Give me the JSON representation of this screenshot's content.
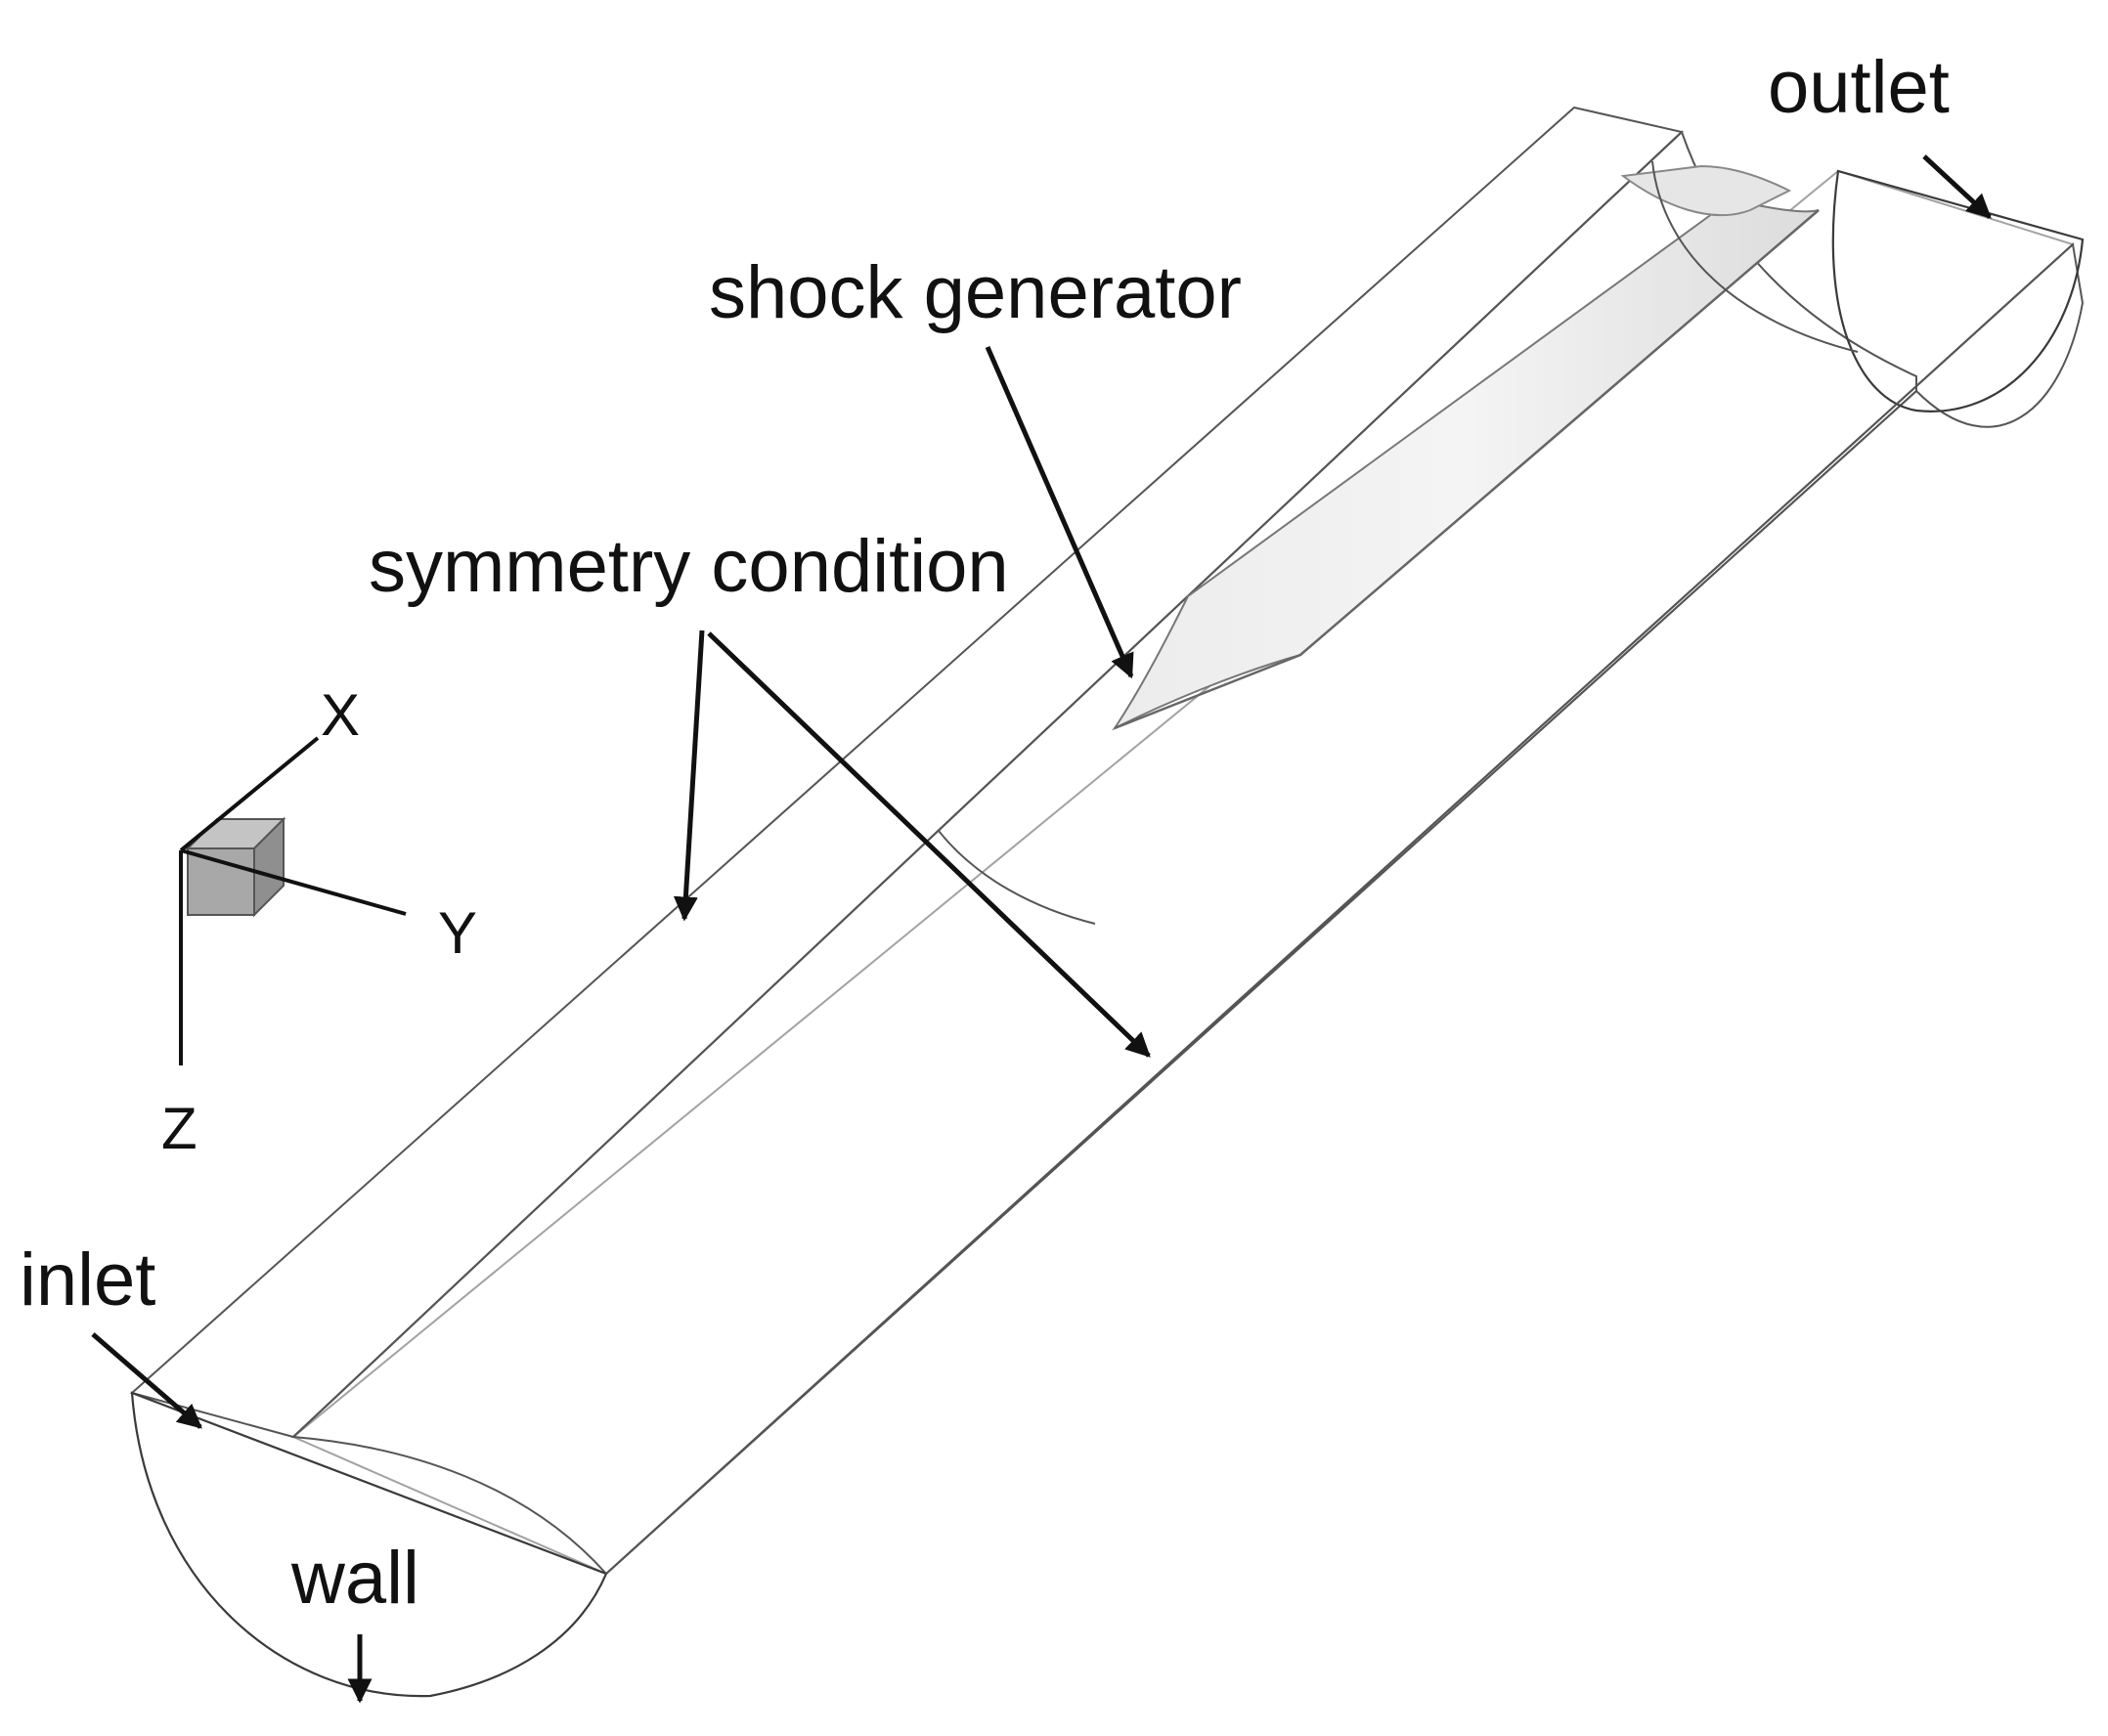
{
  "labels": {
    "outlet": "outlet",
    "shock_generator": "shock generator",
    "symmetry_condition": "symmetry condition",
    "inlet": "inlet",
    "wall": "wall"
  },
  "axes": {
    "x": "X",
    "y": "Y",
    "z": "Z"
  },
  "colors": {
    "surface_light": "#dedede",
    "surface_mid": "#cfcfcf",
    "surface_dark": "#bdbdbd",
    "cap": "#c4c4c4",
    "cube": "#a8a8a8"
  }
}
